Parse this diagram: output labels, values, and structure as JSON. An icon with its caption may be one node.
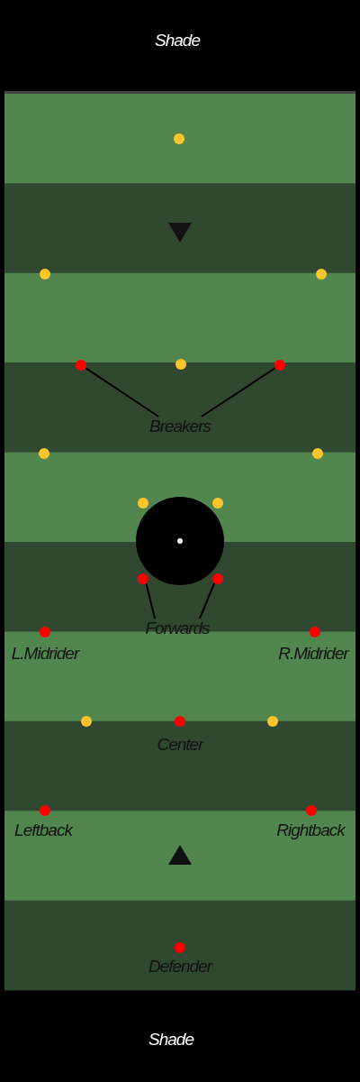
{
  "diagram": {
    "nodes": [
      {
        "text": [
          "Breakers"
        ]
      },
      {
        "text": [],
        "shape": "circle"
      },
      {
        "text": [],
        "shape": "circle"
      },
      {
        "text": [
          "Forwards"
        ]
      },
      {
        "text": [],
        "shape": "circle"
      },
      {
        "text": [],
        "shape": "circle"
      }
    ],
    "edges": [
      {
        "from": 0,
        "to": 1,
        "arrow": "none"
      },
      {
        "from": 0,
        "to": 2,
        "arrow": "none"
      },
      {
        "from": 3,
        "to": 4,
        "arrow": "none"
      },
      {
        "from": 3,
        "to": 5,
        "arrow": "none"
      }
    ],
    "labels": [
      "Shade",
      "L.Midrider",
      "R.Midrider",
      "Center",
      "Leftback",
      "Rightback",
      "Defender",
      "Shade"
    ]
  }
}
